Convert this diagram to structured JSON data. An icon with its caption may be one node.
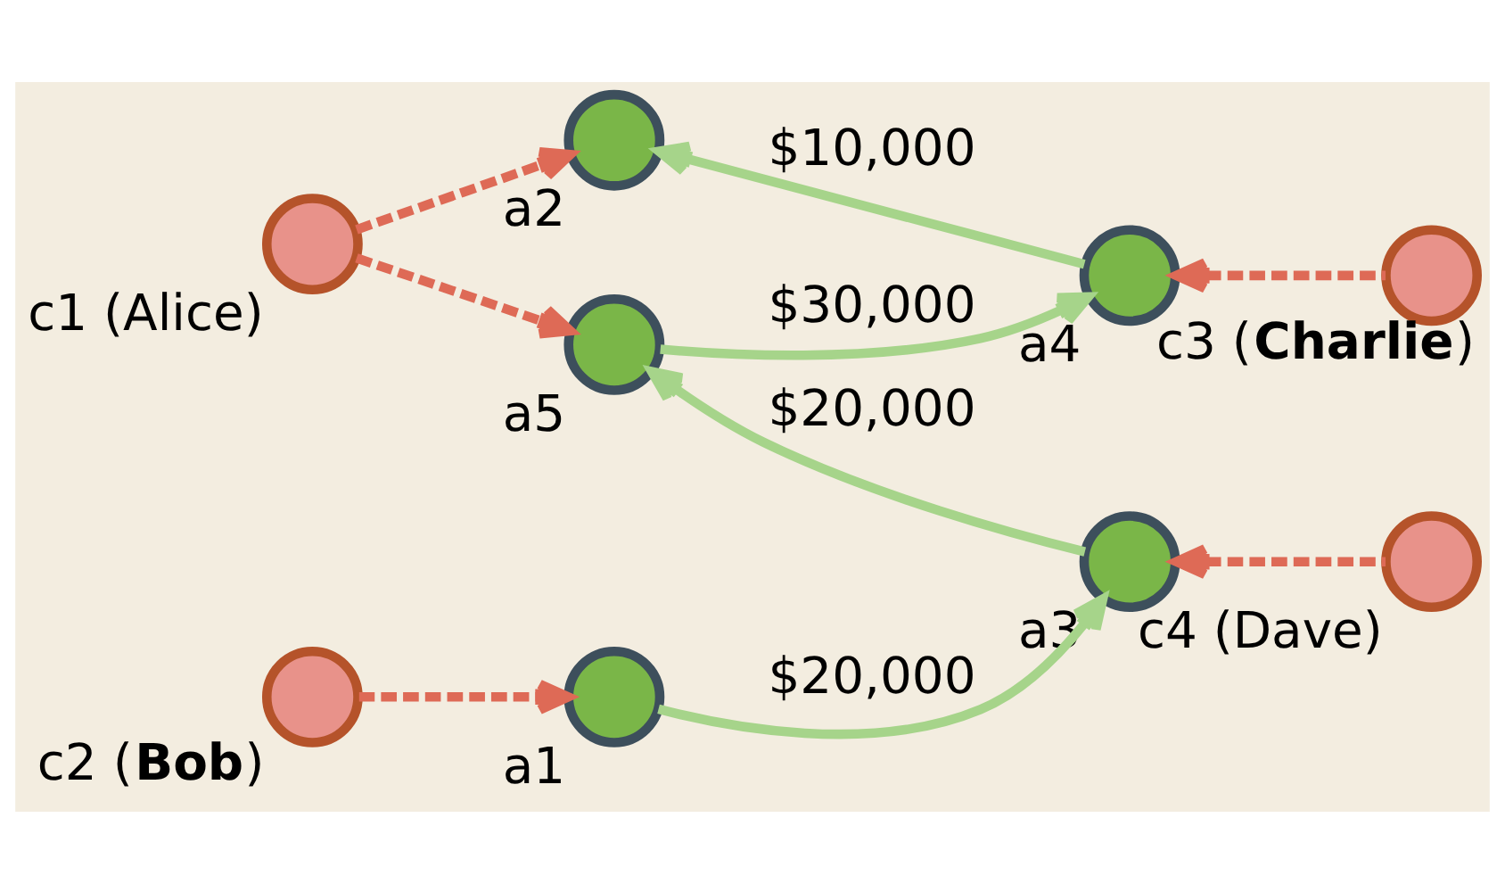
{
  "diagram": {
    "nodes": [
      {
        "text": [],
        "shape": "circle",
        "beside": [
          "a1"
        ]
      },
      {
        "text": [],
        "shape": "circle",
        "beside": [
          "c2 (**Bob**)"
        ]
      },
      {
        "text": [],
        "shape": "circle",
        "beside": [
          "a3"
        ]
      },
      {
        "text": [],
        "shape": "circle",
        "beside": [
          "c4 (Dave)"
        ]
      },
      {
        "text": [],
        "shape": "circle",
        "beside": [
          "a5"
        ]
      },
      {
        "text": [],
        "shape": "circle",
        "beside": [
          "c1 (Alice)"
        ]
      },
      {
        "text": [],
        "shape": "circle",
        "beside": [
          "a4"
        ]
      },
      {
        "text": [],
        "shape": "circle",
        "beside": [
          "c3 (**Charlie**)"
        ]
      },
      {
        "text": [],
        "shape": "circle",
        "beside": [
          "a2"
        ]
      }
    ],
    "edges": [
      {
        "from": 1,
        "to": 0,
        "arrow": "to",
        "style": "dashed",
        "color": "#de6a56"
      },
      {
        "from": 0,
        "to": 2,
        "arrow": "to",
        "label": "$20,000",
        "color": "#a6d48a"
      },
      {
        "from": 3,
        "to": 2,
        "arrow": "to",
        "style": "dashed",
        "color": "#de6a56"
      },
      {
        "from": 2,
        "to": 4,
        "arrow": "to",
        "label": "$20,000",
        "color": "#a6d48a"
      },
      {
        "from": 5,
        "to": 4,
        "arrow": "to",
        "style": "dashed",
        "color": "#de6a56"
      },
      {
        "from": 4,
        "to": 6,
        "arrow": "to",
        "label": "$30,000",
        "color": "#a6d48a"
      },
      {
        "from": 7,
        "to": 6,
        "arrow": "to",
        "style": "dashed",
        "color": "#de6a56"
      },
      {
        "from": 6,
        "to": 8,
        "arrow": "to",
        "label": "$10,000",
        "color": "#a6d48a"
      },
      {
        "from": 5,
        "to": 8,
        "arrow": "to",
        "style": "dashed",
        "color": "#de6a56"
      }
    ]
  }
}
